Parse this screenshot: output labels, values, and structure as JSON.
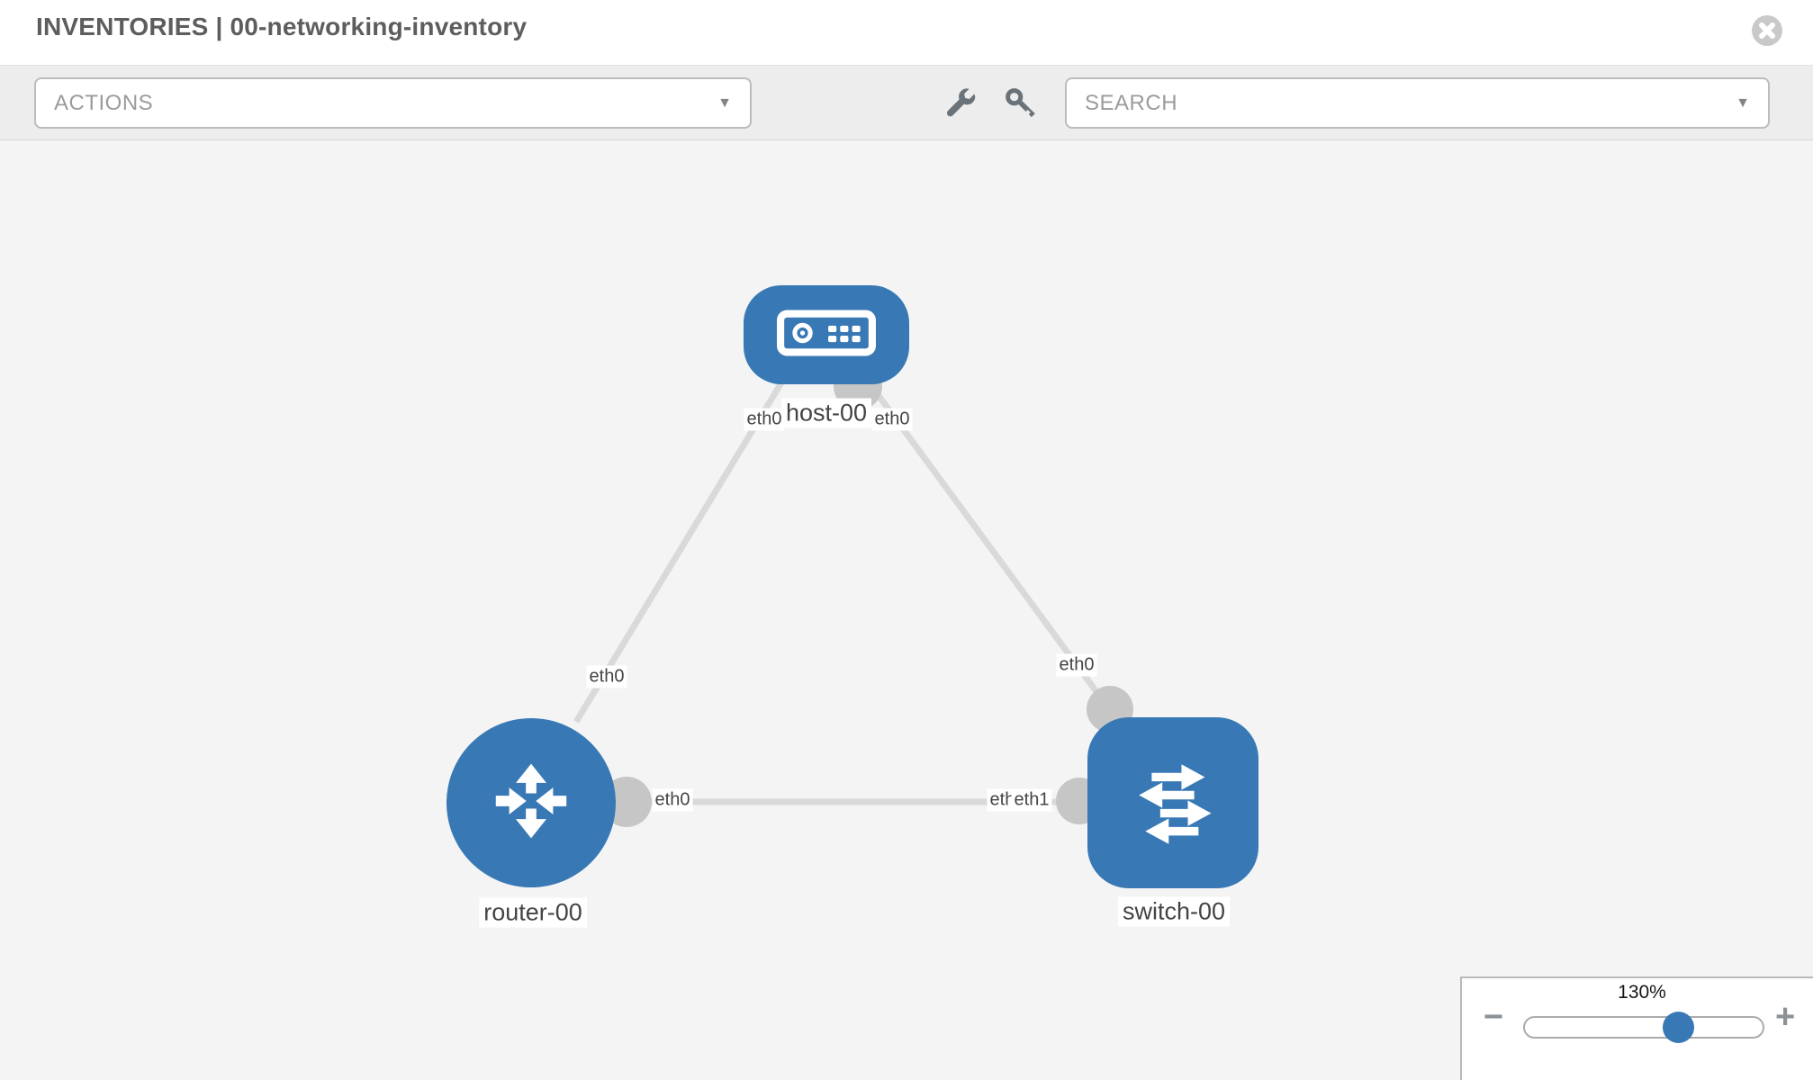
{
  "header": {
    "title": "INVENTORIES | 00-networking-inventory",
    "close_icon": "x-circle"
  },
  "toolbar": {
    "actions_label": "ACTIONS",
    "search_label": "SEARCH",
    "icons": [
      "wrench",
      "key"
    ]
  },
  "glyphs": {
    "caret_down": "▼",
    "minus": "−",
    "plus": "+"
  },
  "topology": {
    "nodes": [
      {
        "label": "host-00",
        "type": "host"
      },
      {
        "label": "router-00",
        "type": "router"
      },
      {
        "label": "switch-00",
        "type": "switch"
      }
    ],
    "interfaces": {
      "host_left": "eth0",
      "host_right": "eth0",
      "host_router_at_router": "eth0",
      "host_switch_at_switch": "eth0",
      "router_switch_at_router": "eth0",
      "router_switch_at_switch_back": "eth0",
      "router_switch_at_switch_front": "eth1"
    },
    "links": [
      {
        "from": "host-00",
        "to": "router-00"
      },
      {
        "from": "host-00",
        "to": "switch-00"
      },
      {
        "from": "router-00",
        "to": "switch-00"
      }
    ]
  },
  "zoom_control": {
    "value": "130%"
  },
  "colors": {
    "node_blue": "#3879b5",
    "link_gray": "#d9d9d9",
    "connector_gray": "#c6c6c6",
    "canvas_bg": "#f4f4f4"
  }
}
